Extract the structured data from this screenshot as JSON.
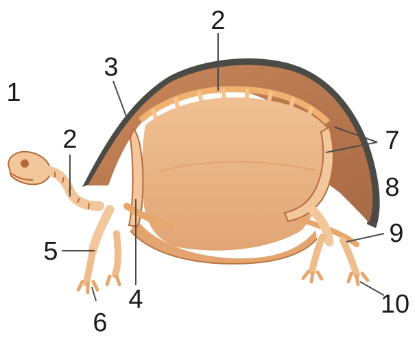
{
  "labels": [
    {
      "key": "l1",
      "text": "1"
    },
    {
      "key": "l2a",
      "text": "2"
    },
    {
      "key": "l2b",
      "text": "2"
    },
    {
      "key": "l3",
      "text": "3"
    },
    {
      "key": "l4",
      "text": "4"
    },
    {
      "key": "l5",
      "text": "5"
    },
    {
      "key": "l6",
      "text": "6"
    },
    {
      "key": "l7",
      "text": "7"
    },
    {
      "key": "l8",
      "text": "8"
    },
    {
      "key": "l9",
      "text": "9"
    },
    {
      "key": "l10",
      "text": "10"
    }
  ],
  "colors": {
    "shell_outline": "#4b4a45",
    "bone_light": "#f2c79b",
    "bone_mid": "#e7a66c",
    "bone_dark": "#b56a3a",
    "cavity": "#e9b48a",
    "label_text": "#1a1a1a"
  }
}
